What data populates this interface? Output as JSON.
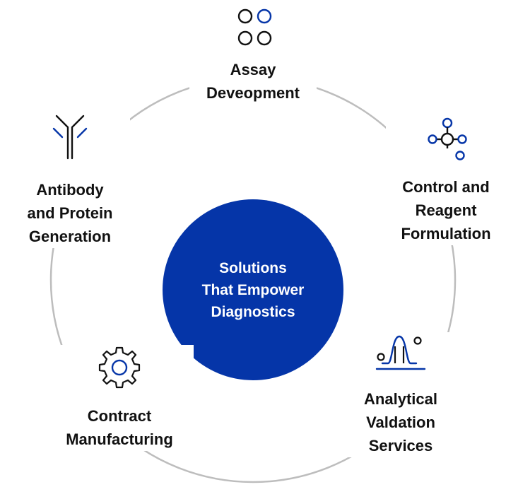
{
  "colors": {
    "accent": "#0535A8",
    "ring": "#BDBDBD",
    "icon_dark": "#111111",
    "text": "#111111",
    "center_text": "#FFFFFF"
  },
  "center": {
    "lines": [
      "Solutions",
      "That Empower",
      "Diagnostics"
    ]
  },
  "nodes": {
    "assay": {
      "lines": [
        "Assay",
        "Deveopment"
      ],
      "icon": "four-circles-icon"
    },
    "control": {
      "lines": [
        "Control and",
        "Reagent",
        "Formulation"
      ],
      "icon": "molecule-icon"
    },
    "analytical": {
      "lines": [
        "Analytical",
        "Valdation",
        "Services"
      ],
      "icon": "peak-curve-icon"
    },
    "contract": {
      "lines": [
        "Contract",
        "Manufacturing"
      ],
      "icon": "gear-icon"
    },
    "antibody": {
      "lines": [
        "Antibody",
        "and Protein",
        "Generation"
      ],
      "icon": "antibody-icon"
    }
  }
}
